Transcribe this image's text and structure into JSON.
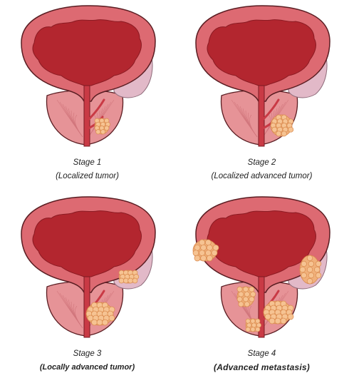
{
  "colors": {
    "bladder_outer": "#dd6a72",
    "bladder_wall": "#e8858b",
    "lumen": "#b3262f",
    "prostate": "#e69397",
    "vesicle": "#e2b9c8",
    "tumor": "#f0b07a",
    "outline": "#5a1d22"
  },
  "stages": [
    {
      "stage": "Stage 1",
      "description": "(Localized tumor)",
      "style": "normal"
    },
    {
      "stage": "Stage 2",
      "description": "(Localized advanced tumor)",
      "style": "normal"
    },
    {
      "stage": "Stage 3",
      "description": "(Locally advanced tumor)",
      "style": "bold"
    },
    {
      "stage": "Stage 4",
      "description": "(Advanced metastasis)",
      "style": "heavy"
    }
  ]
}
